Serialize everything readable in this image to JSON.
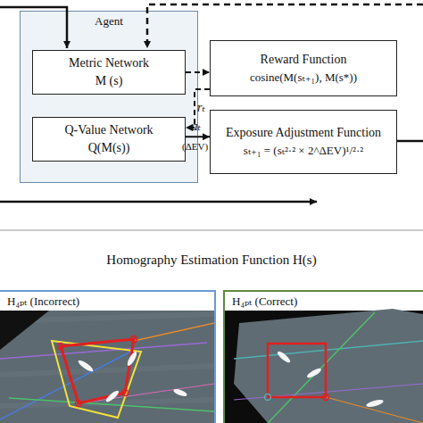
{
  "diagram": {
    "nodes": [
      {
        "text": [
          "Agent"
        ]
      },
      {
        "text": [
          "Metric Network",
          "M (s)"
        ],
        "in": 0
      },
      {
        "text": [
          "Q-Value Network",
          "Q(M(s))"
        ],
        "in": 0
      },
      {
        "text": [
          "Reward Function",
          "cosine(M(sₜ₊₁), M(s*))"
        ]
      },
      {
        "text": [
          "Exposure Adjustment Function",
          "sₜ₊₁ = (sₜ²·² × 2^ΔEV)¹/²·²"
        ]
      },
      {
        "text": [
          "H₄ₚₜ (Incorrect)"
        ]
      },
      {
        "text": [
          "H₄ₚₜ (Correct)"
        ]
      }
    ],
    "edges": [
      {
        "from": 1,
        "to": 3,
        "arrow": "to"
      },
      {
        "from": 3,
        "to": 2,
        "label": "rₜ",
        "arrow": "to"
      },
      {
        "from": 2,
        "to": 4,
        "label": "aₜ",
        "arrow": "to"
      }
    ],
    "labels": [
      "(ΔEV)",
      "Homography Estimation Function H(s)"
    ]
  }
}
